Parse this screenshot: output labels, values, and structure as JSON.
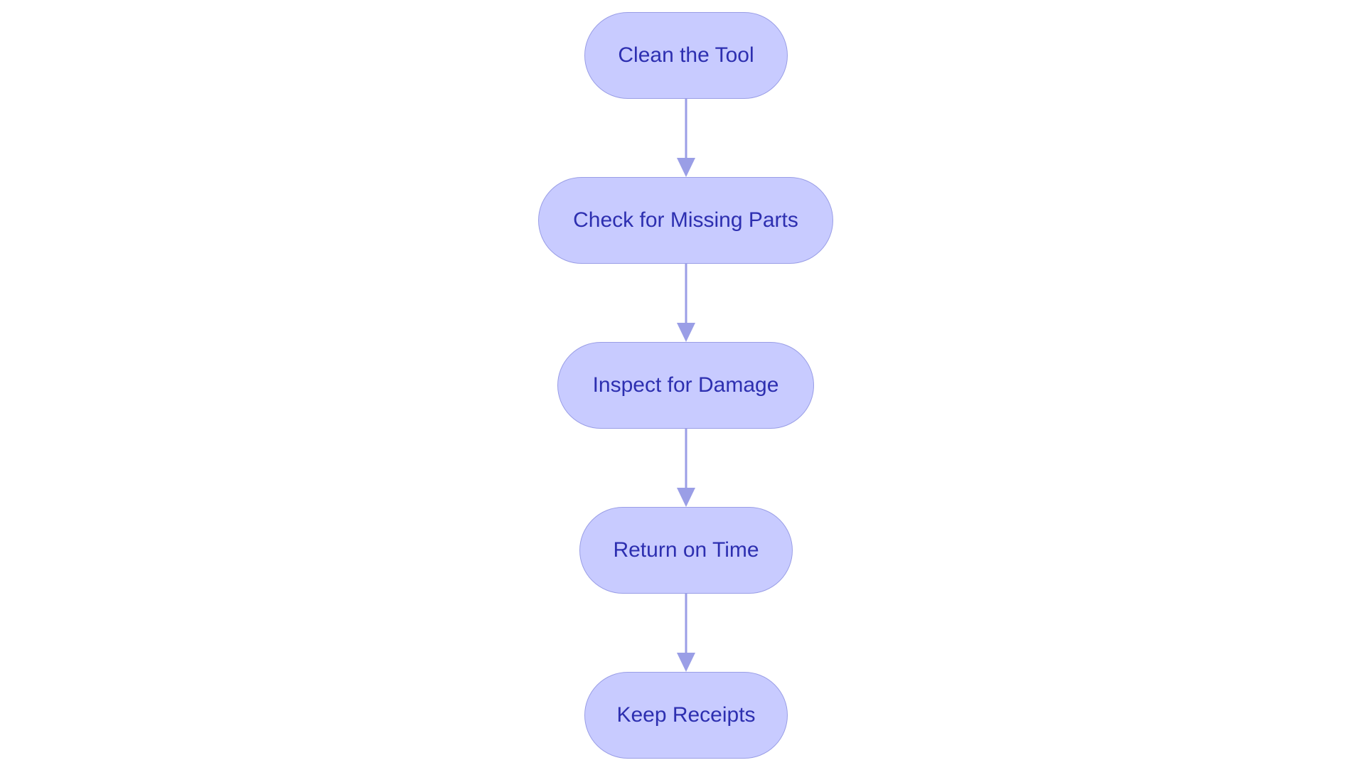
{
  "diagram": {
    "type": "flowchart",
    "direction": "top-to-bottom",
    "colors": {
      "node_fill": "#c8cbff",
      "node_border": "#9a9ee6",
      "node_text": "#2d2fb0",
      "edge": "#9a9ee6"
    },
    "nodes": [
      {
        "id": "n1",
        "label": "Clean the Tool"
      },
      {
        "id": "n2",
        "label": "Check for Missing Parts"
      },
      {
        "id": "n3",
        "label": "Inspect for Damage"
      },
      {
        "id": "n4",
        "label": "Return on Time"
      },
      {
        "id": "n5",
        "label": "Keep Receipts"
      }
    ],
    "edges": [
      {
        "from": "n1",
        "to": "n2"
      },
      {
        "from": "n2",
        "to": "n3"
      },
      {
        "from": "n3",
        "to": "n4"
      },
      {
        "from": "n4",
        "to": "n5"
      }
    ]
  }
}
